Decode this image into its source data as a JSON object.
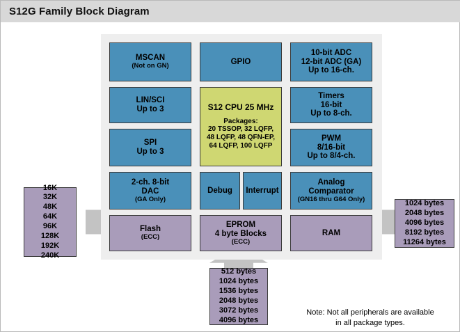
{
  "header": {
    "title": "S12G Family Block Diagram"
  },
  "diagram": {
    "peripherals": [
      {
        "name": "mscan",
        "color": "blue",
        "lines": [
          "MSCAN",
          "(Not on GN)"
        ],
        "styles": [
          "l1",
          "small"
        ]
      },
      {
        "name": "gpio",
        "color": "blue",
        "lines": [
          "GPIO"
        ],
        "styles": [
          "l1"
        ]
      },
      {
        "name": "adc",
        "color": "blue",
        "lines": [
          "10-bit ADC",
          "12-bit ADC (GA)",
          "Up to 16-ch."
        ],
        "styles": [
          "l1",
          "l2",
          "l3"
        ]
      },
      {
        "name": "lin-sci",
        "color": "blue",
        "lines": [
          "LIN/SCI",
          "Up to 3"
        ],
        "styles": [
          "l1",
          "l2"
        ]
      },
      {
        "name": "timers",
        "color": "blue",
        "lines": [
          "Timers",
          "16-bit",
          "Up to 8-ch."
        ],
        "styles": [
          "l1",
          "l2",
          "l3"
        ]
      },
      {
        "name": "spi",
        "color": "blue",
        "lines": [
          "SPI",
          "Up to 3"
        ],
        "styles": [
          "l1",
          "l2"
        ]
      },
      {
        "name": "pwm",
        "color": "blue",
        "lines": [
          "PWM",
          "8/16-bit",
          "Up to 8/4-ch."
        ],
        "styles": [
          "l1",
          "l2",
          "l3"
        ]
      },
      {
        "name": "dac",
        "color": "blue",
        "lines": [
          "2-ch. 8-bit",
          "DAC",
          "(GA Only)"
        ],
        "styles": [
          "l1",
          "l2",
          "small"
        ]
      },
      {
        "name": "debug",
        "color": "blue",
        "lines": [
          "Debug"
        ],
        "styles": [
          "l1"
        ]
      },
      {
        "name": "interrupt",
        "color": "blue",
        "lines": [
          "Interrupt"
        ],
        "styles": [
          "l1"
        ]
      },
      {
        "name": "analog-comparator",
        "color": "blue",
        "lines": [
          "Analog",
          "Comparator",
          "(GN16 thru G64 Only)"
        ],
        "styles": [
          "l1",
          "l2",
          "small"
        ]
      }
    ],
    "cpu": {
      "title": "S12 CPU 25 MHz",
      "packages_label": "Packages:",
      "packages": [
        "20 TSSOP, 32 LQFP,",
        "48 LQFP, 48 QFN-EP,",
        "64 LQFP, 100 LQFP"
      ]
    },
    "memories": [
      {
        "name": "flash",
        "lines": [
          "Flash",
          "(ECC)"
        ],
        "styles": [
          "l1",
          "small"
        ]
      },
      {
        "name": "eprom",
        "lines": [
          "EPROM",
          "4 byte Blocks",
          "(ECC)"
        ],
        "styles": [
          "l1",
          "l2",
          "small"
        ]
      },
      {
        "name": "ram",
        "lines": [
          "RAM"
        ],
        "styles": [
          "l1"
        ]
      }
    ],
    "callouts": {
      "flash_sizes": [
        "16K",
        "32K",
        "48K",
        "64K",
        "96K",
        "128K",
        "192K",
        "240K"
      ],
      "eprom_sizes": [
        "512 bytes",
        "1024 bytes",
        "1536 bytes",
        "2048 bytes",
        "3072 bytes",
        "4096 bytes"
      ],
      "ram_sizes": [
        "1024 bytes",
        "2048 bytes",
        "4096 bytes",
        "8192 bytes",
        "11264 bytes"
      ]
    }
  },
  "note": {
    "line1": "Note: Not all peripherals are available",
    "line2": "in all package types."
  },
  "colors": {
    "peripheral_blue": "#4a90b9",
    "cpu_olive": "#cfd772",
    "memory_purple": "#a99cba",
    "container_gray": "#eeeeee",
    "arrow_gray": "#c3c3c3",
    "titlebar_gray": "#d8d8d8"
  }
}
